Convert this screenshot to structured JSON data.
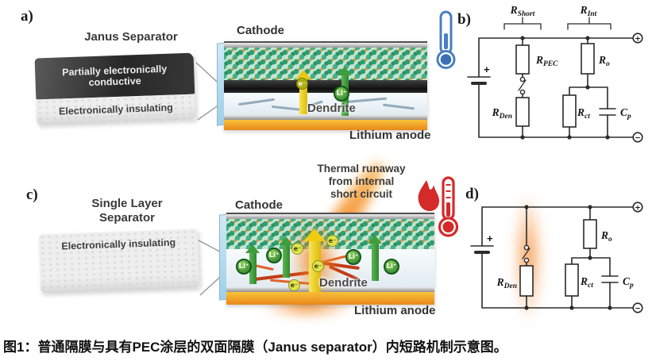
{
  "panel_a": {
    "label": "a)",
    "title": "Janus Separator",
    "layer_top": "Partially electronically conductive",
    "layer_bottom": "Electronically insulating"
  },
  "cell_top": {
    "cathode": "Cathode",
    "dendrite": "Dendrite",
    "anode": "Lithium anode",
    "electron": "e⁻",
    "ion": "Li⁺"
  },
  "panel_b": {
    "label": "b)",
    "plus": "+",
    "terminal_top": "+",
    "terminal_bottom": "−",
    "r_short": {
      "base": "R",
      "sub": "Short"
    },
    "r_int": {
      "base": "R",
      "sub": "Int"
    },
    "r_pec": {
      "base": "R",
      "sub": "PEC"
    },
    "r_den": {
      "base": "R",
      "sub": "Den"
    },
    "r_o": {
      "base": "R",
      "sub": "o"
    },
    "r_ct": {
      "base": "R",
      "sub": "ct"
    },
    "c_p": {
      "base": "C",
      "sub": "p"
    }
  },
  "panel_c": {
    "label": "c)",
    "title_line1": "Single Layer",
    "title_line2": "Separator",
    "layer": "Electronically insulating"
  },
  "cell_bottom": {
    "warning": [
      "Thermal runaway",
      "from internal",
      "short circuit"
    ],
    "cathode": "Cathode",
    "dendrite": "Dendrite",
    "anode": "Lithium anode",
    "electron": "e⁻",
    "ion": "Li⁺"
  },
  "panel_d": {
    "label": "d)",
    "plus": "+",
    "terminal_top": "+",
    "terminal_bottom": "−",
    "r_den": {
      "base": "R",
      "sub": "Den"
    },
    "r_o": {
      "base": "R",
      "sub": "o"
    },
    "r_ct": {
      "base": "R",
      "sub": "ct"
    },
    "c_p": {
      "base": "C",
      "sub": "p"
    }
  },
  "caption": "图1：普通隔膜与具有PEC涂层的双面隔膜（Janus separator）内短路机制示意图。",
  "colors": {
    "pec_dark": "#1f1f1f",
    "anode_orange": "#f09a1e",
    "cathode_teal": "#3fae7a",
    "arrow_yellow": "#f0cb12",
    "arrow_green": "#3f9e3c",
    "glow_orange": "#f5923c",
    "thermometer_blue": "#4a7fc1",
    "thermometer_red": "#d42a2a",
    "circuit_line": "#2b2b2b"
  }
}
